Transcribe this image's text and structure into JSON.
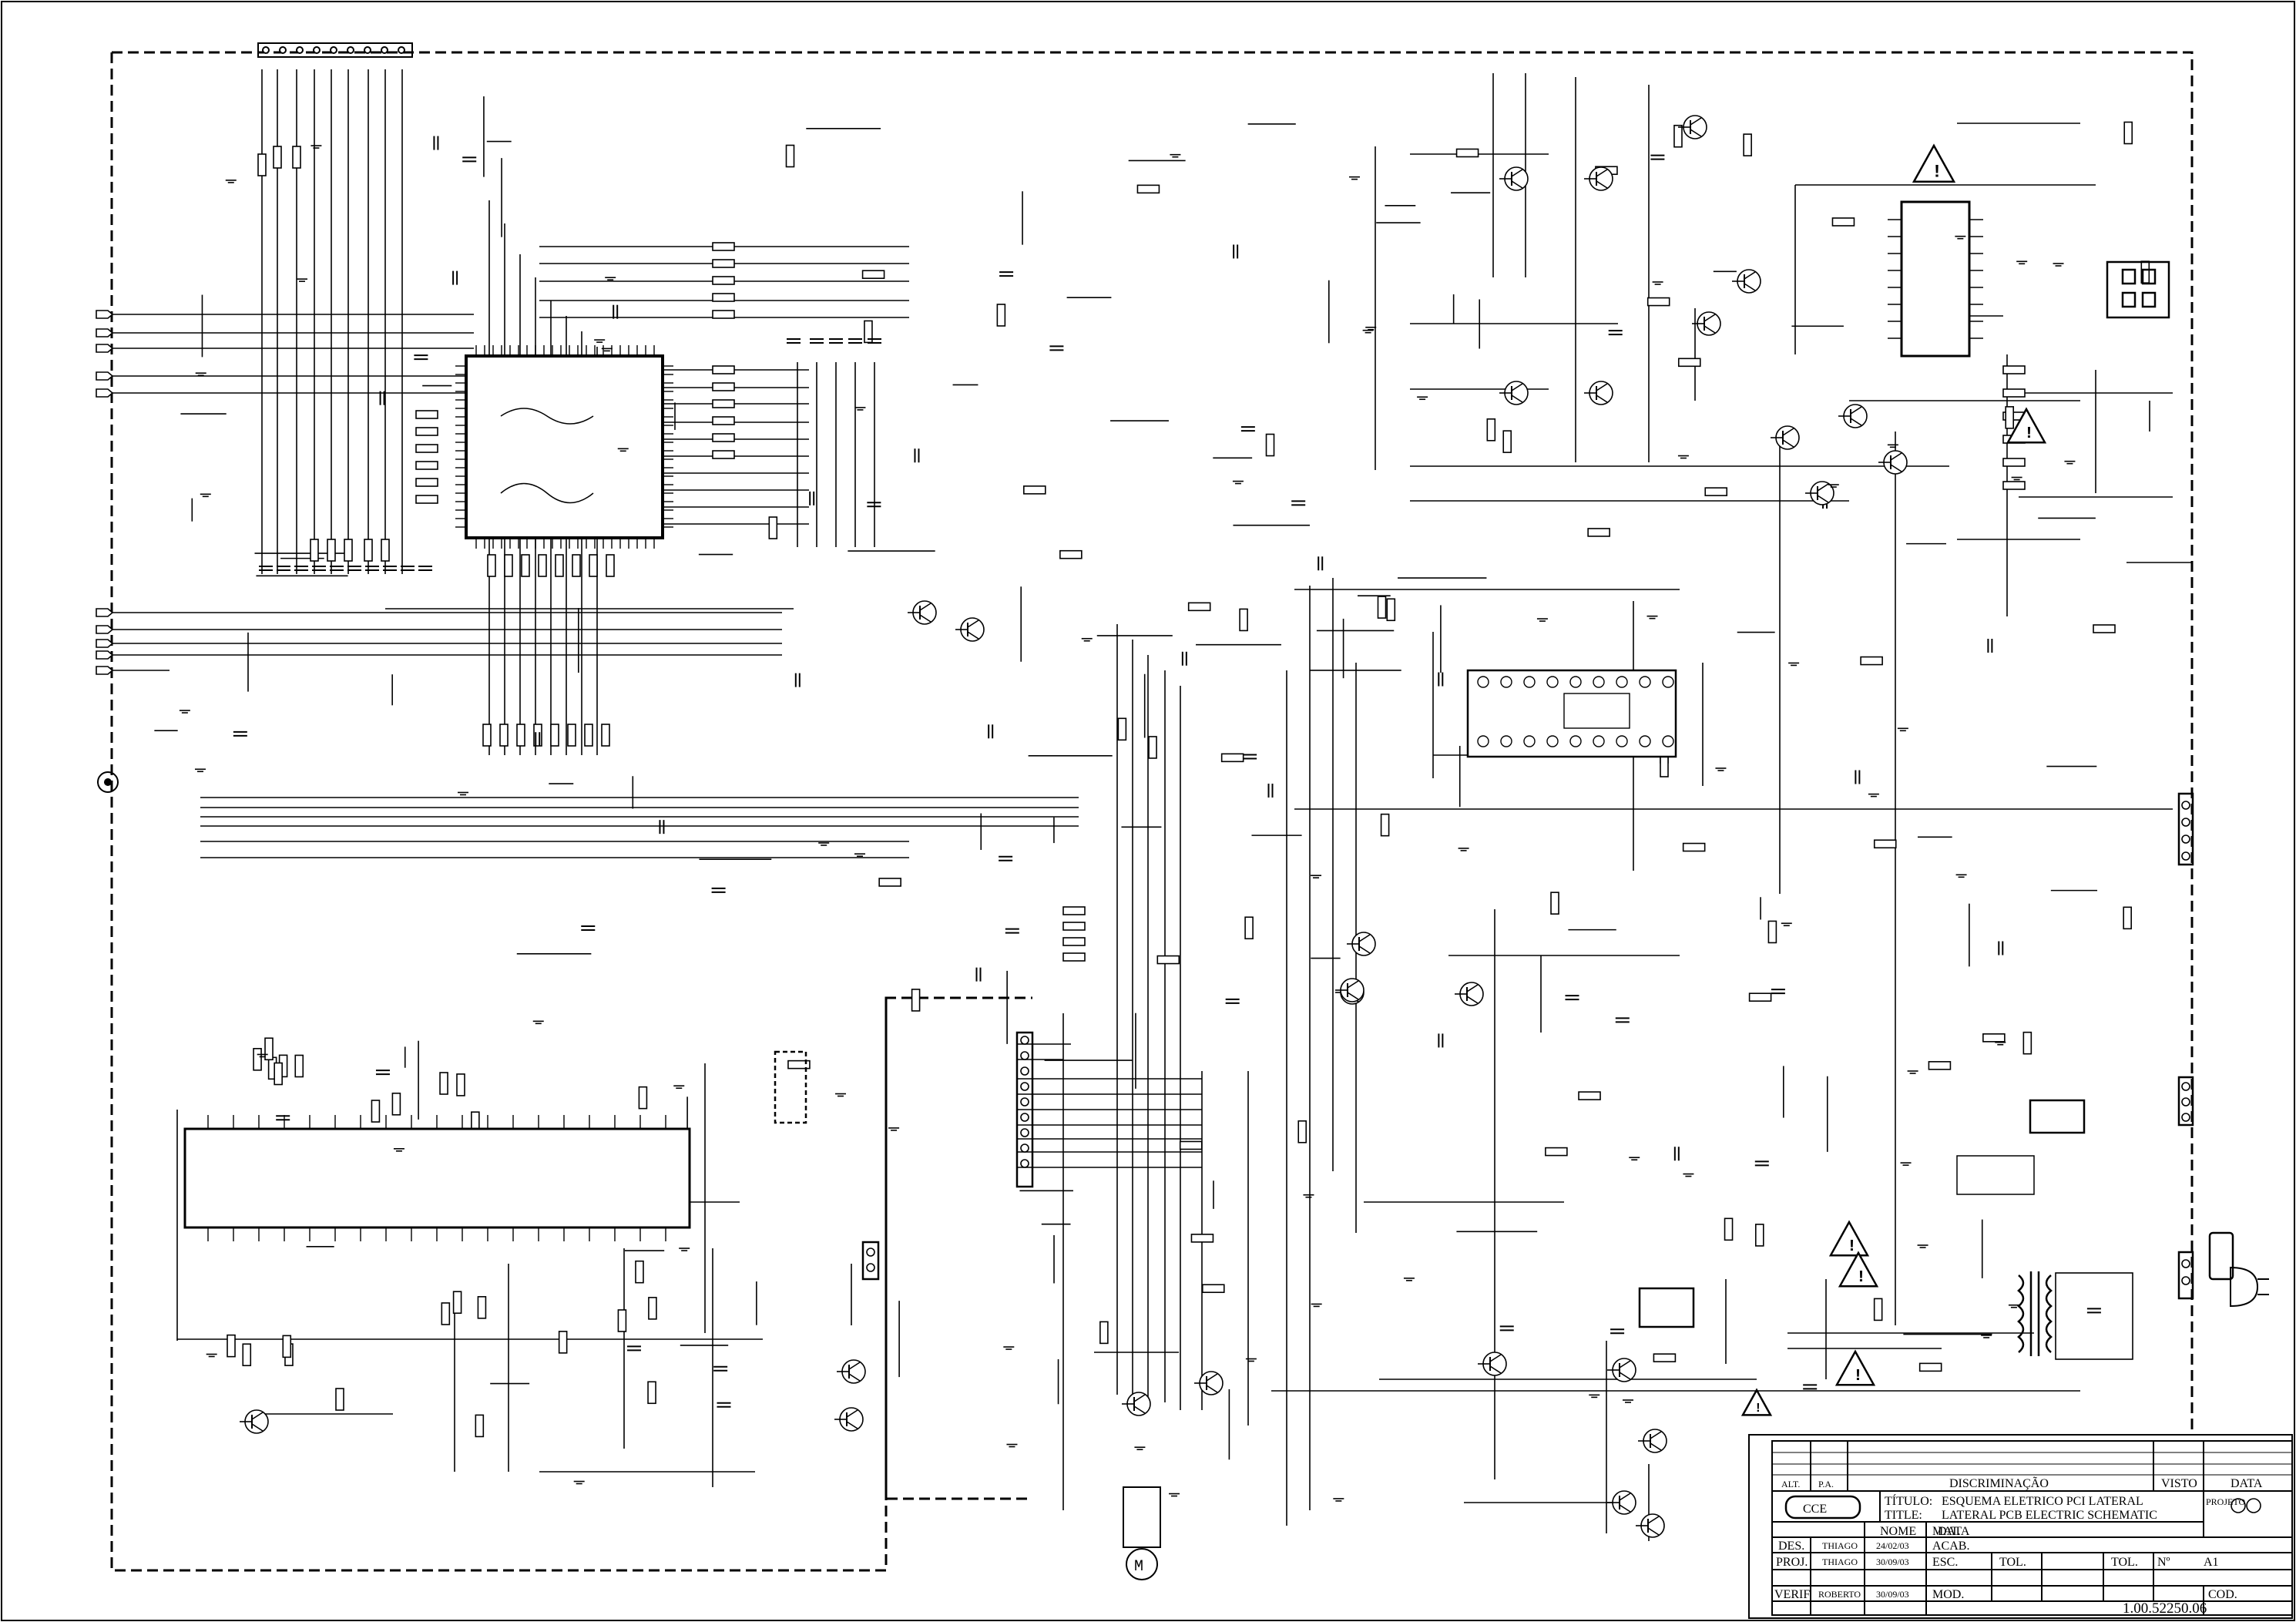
{
  "title_block": {
    "alt_label": "ALT.",
    "pa_label": "P.A.",
    "discriminacao_label": "DISCRIMINAÇÃO",
    "visto_label": "VISTO",
    "data_label": "DATA",
    "titulo_label": "TÍTULO:",
    "titulo_value": "ESQUEMA ELETRICO PCI LATERAL",
    "title_label": "TITLE:",
    "title_value": "LATERAL PCB ELECTRIC SCHEMATIC",
    "projeto_label": "PROJETO",
    "company": "CCE",
    "nome_label": "NOME",
    "data_col_label": "DATA",
    "mat_label": "MAT.",
    "des_label": "DES.",
    "des_name": "THIAGO",
    "des_date": "24/02/03",
    "acab_label": "ACAB.",
    "proj_label": "PROJ.",
    "proj_name": "THIAGO",
    "proj_date": "30/09/03",
    "esc_label": "ESC.",
    "tol1_label": "TOL.",
    "tol2_label": "TOL.",
    "numero_label": "Nº",
    "sheet_value": "A1",
    "verif_label": "VERIF.",
    "verif_name": "ROBERTO",
    "verif_date": "30/09/03",
    "mod_label": "MOD.",
    "cod_label": "COD.",
    "cod_value": "1.00.52250.06"
  },
  "warning_symbol": "!",
  "colors": {
    "line": "#000000",
    "background": "#ffffff"
  },
  "icons": [
    "warning-triangle-icon",
    "ground-icon",
    "motor-icon",
    "transformer-icon",
    "ic-chip-icon"
  ]
}
